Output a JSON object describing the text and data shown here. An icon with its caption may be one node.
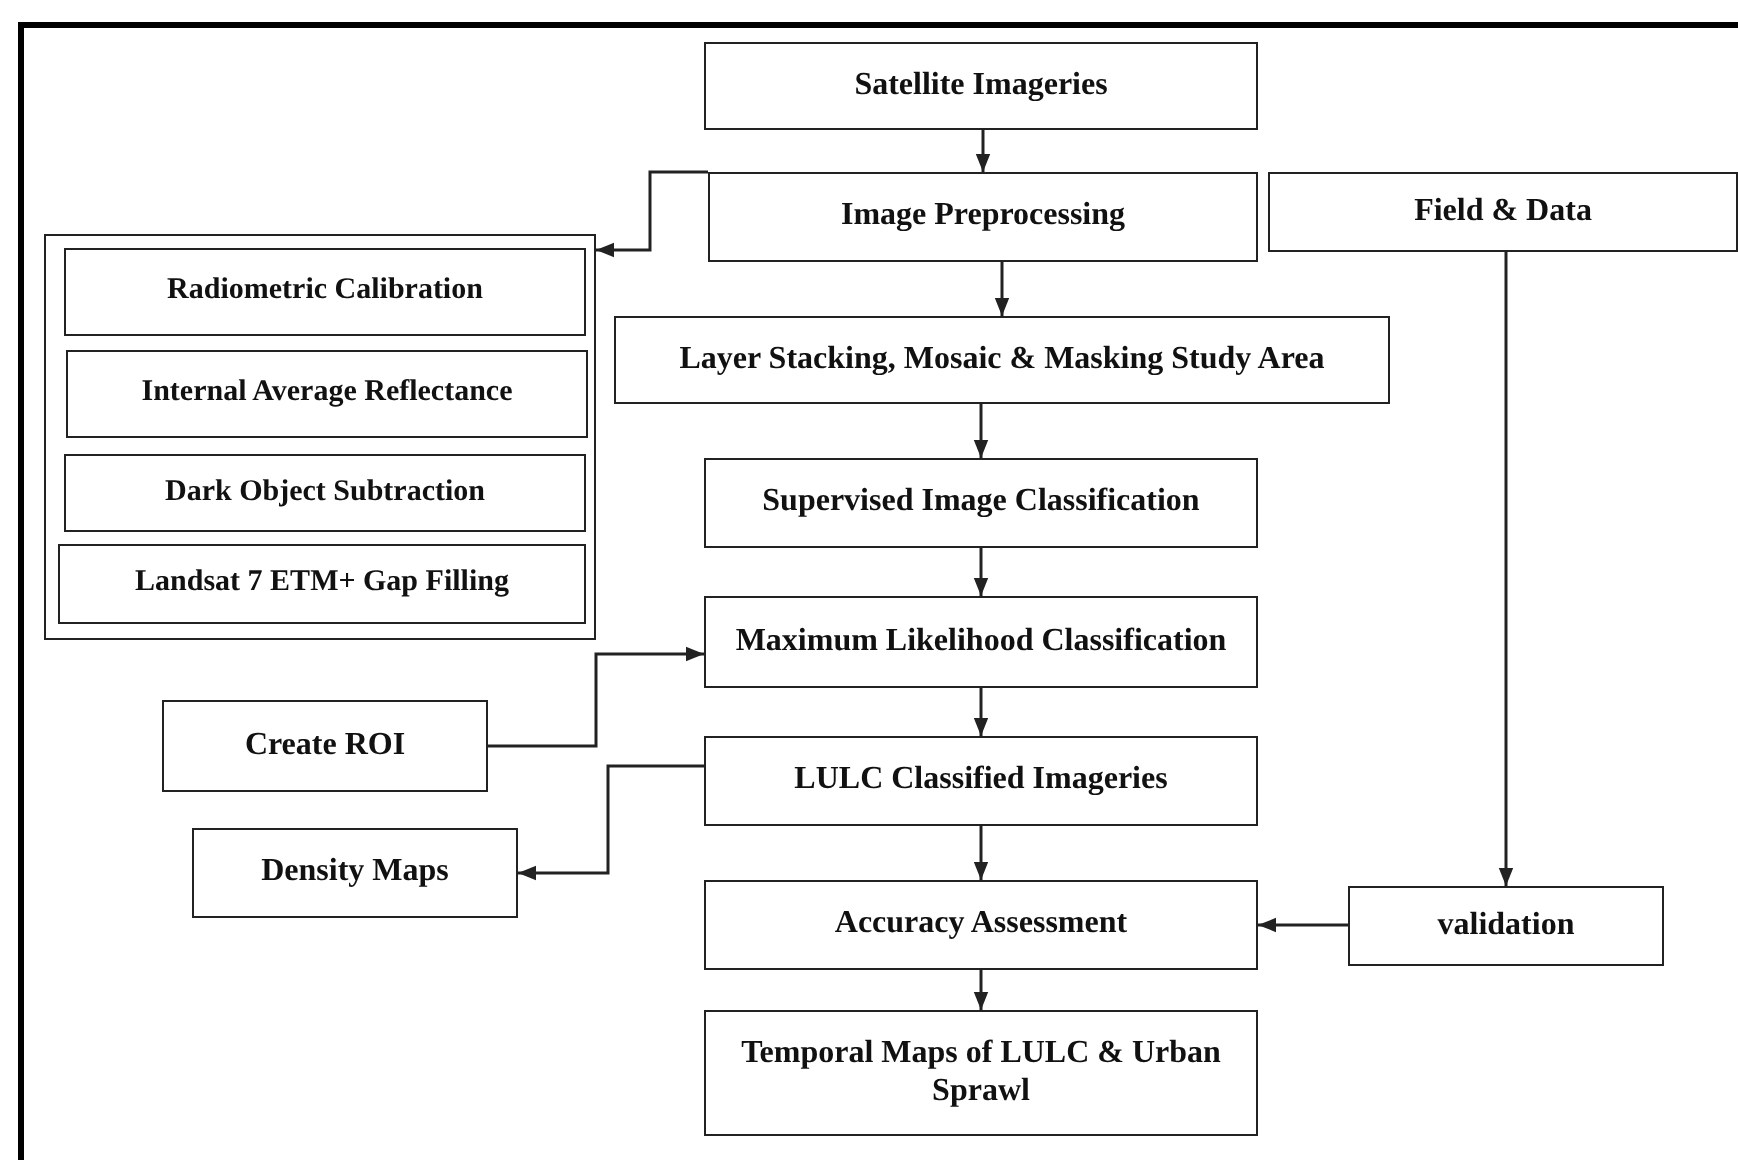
{
  "diagram": {
    "nodes": [
      {
        "text": [
          "Satellite Imageries"
        ]
      },
      {
        "text": [
          "Image Preprocessing"
        ]
      },
      {
        "text": [],
        "shape": "box"
      },
      {
        "text": [
          "Radiometric Calibration"
        ],
        "in": 2
      },
      {
        "text": [
          "Internal Average Reflectance"
        ],
        "in": 2
      },
      {
        "text": [
          "Dark Object Subtraction"
        ],
        "in": 2
      },
      {
        "text": [
          "Landsat 7 ETM+ Gap Filling"
        ],
        "in": 2
      },
      {
        "text": [
          "Field & Data"
        ]
      },
      {
        "text": [
          "Layer Stacking, Mosaic & Masking Study Area"
        ]
      },
      {
        "text": [
          "Supervised Image Classification"
        ]
      },
      {
        "text": [
          "Maximum Likelihood Classification"
        ]
      },
      {
        "text": [
          "Create ROI"
        ]
      },
      {
        "text": [
          "LULC Classified Imageries"
        ]
      },
      {
        "text": [
          "Density Maps"
        ]
      },
      {
        "text": [
          "Accuracy Assessment"
        ]
      },
      {
        "text": [
          "validation"
        ]
      },
      {
        "text": [
          "Temporal Maps of LULC & Urban Sprawl"
        ]
      }
    ],
    "edges": [
      {
        "from": 0,
        "to": 1,
        "arrow": "to"
      },
      {
        "from": 1,
        "to": 2,
        "arrow": "to"
      },
      {
        "from": 1,
        "to": 8,
        "arrow": "to"
      },
      {
        "from": 8,
        "to": 9,
        "arrow": "to"
      },
      {
        "from": 9,
        "to": 10,
        "arrow": "to"
      },
      {
        "from": 11,
        "to": 10,
        "arrow": "to"
      },
      {
        "from": 10,
        "to": 12,
        "arrow": "to"
      },
      {
        "from": 12,
        "to": 13,
        "arrow": "to"
      },
      {
        "from": 12,
        "to": 14,
        "arrow": "to"
      },
      {
        "from": 7,
        "to": 15,
        "arrow": "to"
      },
      {
        "from": 15,
        "to": 14,
        "arrow": "to"
      },
      {
        "from": 14,
        "to": 16,
        "arrow": "to"
      }
    ]
  }
}
